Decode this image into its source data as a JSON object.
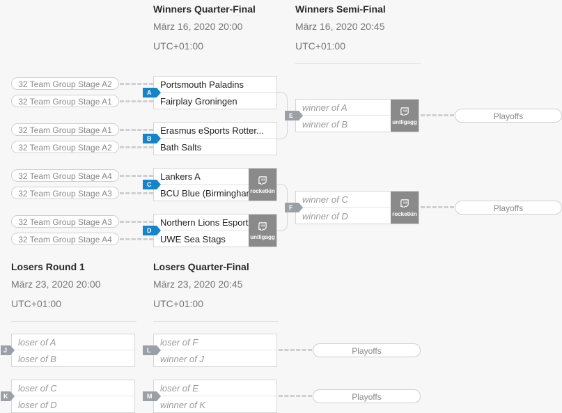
{
  "columns": {
    "wqf": {
      "title": "Winners Quarter-Final",
      "date": "März 16, 2020 20:00",
      "tz": "UTC+01:00"
    },
    "wsf": {
      "title": "Winners Semi-Final",
      "date": "März 16, 2020 20:45",
      "tz": "UTC+01:00"
    },
    "lr1": {
      "title": "Losers Round 1",
      "date": "März 23, 2020 20:00",
      "tz": "UTC+01:00"
    },
    "lqf": {
      "title": "Losers Quarter-Final",
      "date": "März 23, 2020 20:45",
      "tz": "UTC+01:00"
    }
  },
  "sources": {
    "a_top": "32 Team Group Stage A2",
    "a_bot": "32 Team Group Stage A1",
    "b_top": "32 Team Group Stage A1",
    "b_bot": "32 Team Group Stage A2",
    "c_top": "32 Team Group Stage A4",
    "c_bot": "32 Team Group Stage A3",
    "d_top": "32 Team Group Stage A3",
    "d_bot": "32 Team Group Stage A4"
  },
  "matches": {
    "A": {
      "letter": "A",
      "team1": "Portsmouth Paladins",
      "team2": "Fairplay Groningen"
    },
    "B": {
      "letter": "B",
      "team1": "Erasmus eSports Rotter...",
      "team2": "Bath Salts"
    },
    "C": {
      "letter": "C",
      "team1": "Lankers A",
      "team2": "BCU Blue (Birmingham",
      "stream": "rocketkin"
    },
    "D": {
      "letter": "D",
      "team1": "Northern Lions Esports",
      "team2": "UWE Sea Stags",
      "stream": "uniligagg"
    },
    "E": {
      "letter": "E",
      "team1": "winner of A",
      "team2": "winner of B",
      "stream": "uniligagg"
    },
    "F": {
      "letter": "F",
      "team1": "winner of C",
      "team2": "winner of D",
      "stream": "rocketkin"
    },
    "J": {
      "letter": "J",
      "team1": "loser of A",
      "team2": "loser of B"
    },
    "K": {
      "letter": "K",
      "team1": "loser of C",
      "team2": "loser of D"
    },
    "L": {
      "letter": "L",
      "team1": "loser of F",
      "team2": "winner of J"
    },
    "M": {
      "letter": "M",
      "team1": "loser of E",
      "team2": "winner of K"
    }
  },
  "playoffs_label": "Playoffs",
  "icons": {
    "stream": "twitch-icon"
  },
  "colors": {
    "blue_badge": "#1585c8",
    "grey_badge": "#9aa0a6",
    "stream_bg": "#8a8a8a"
  }
}
